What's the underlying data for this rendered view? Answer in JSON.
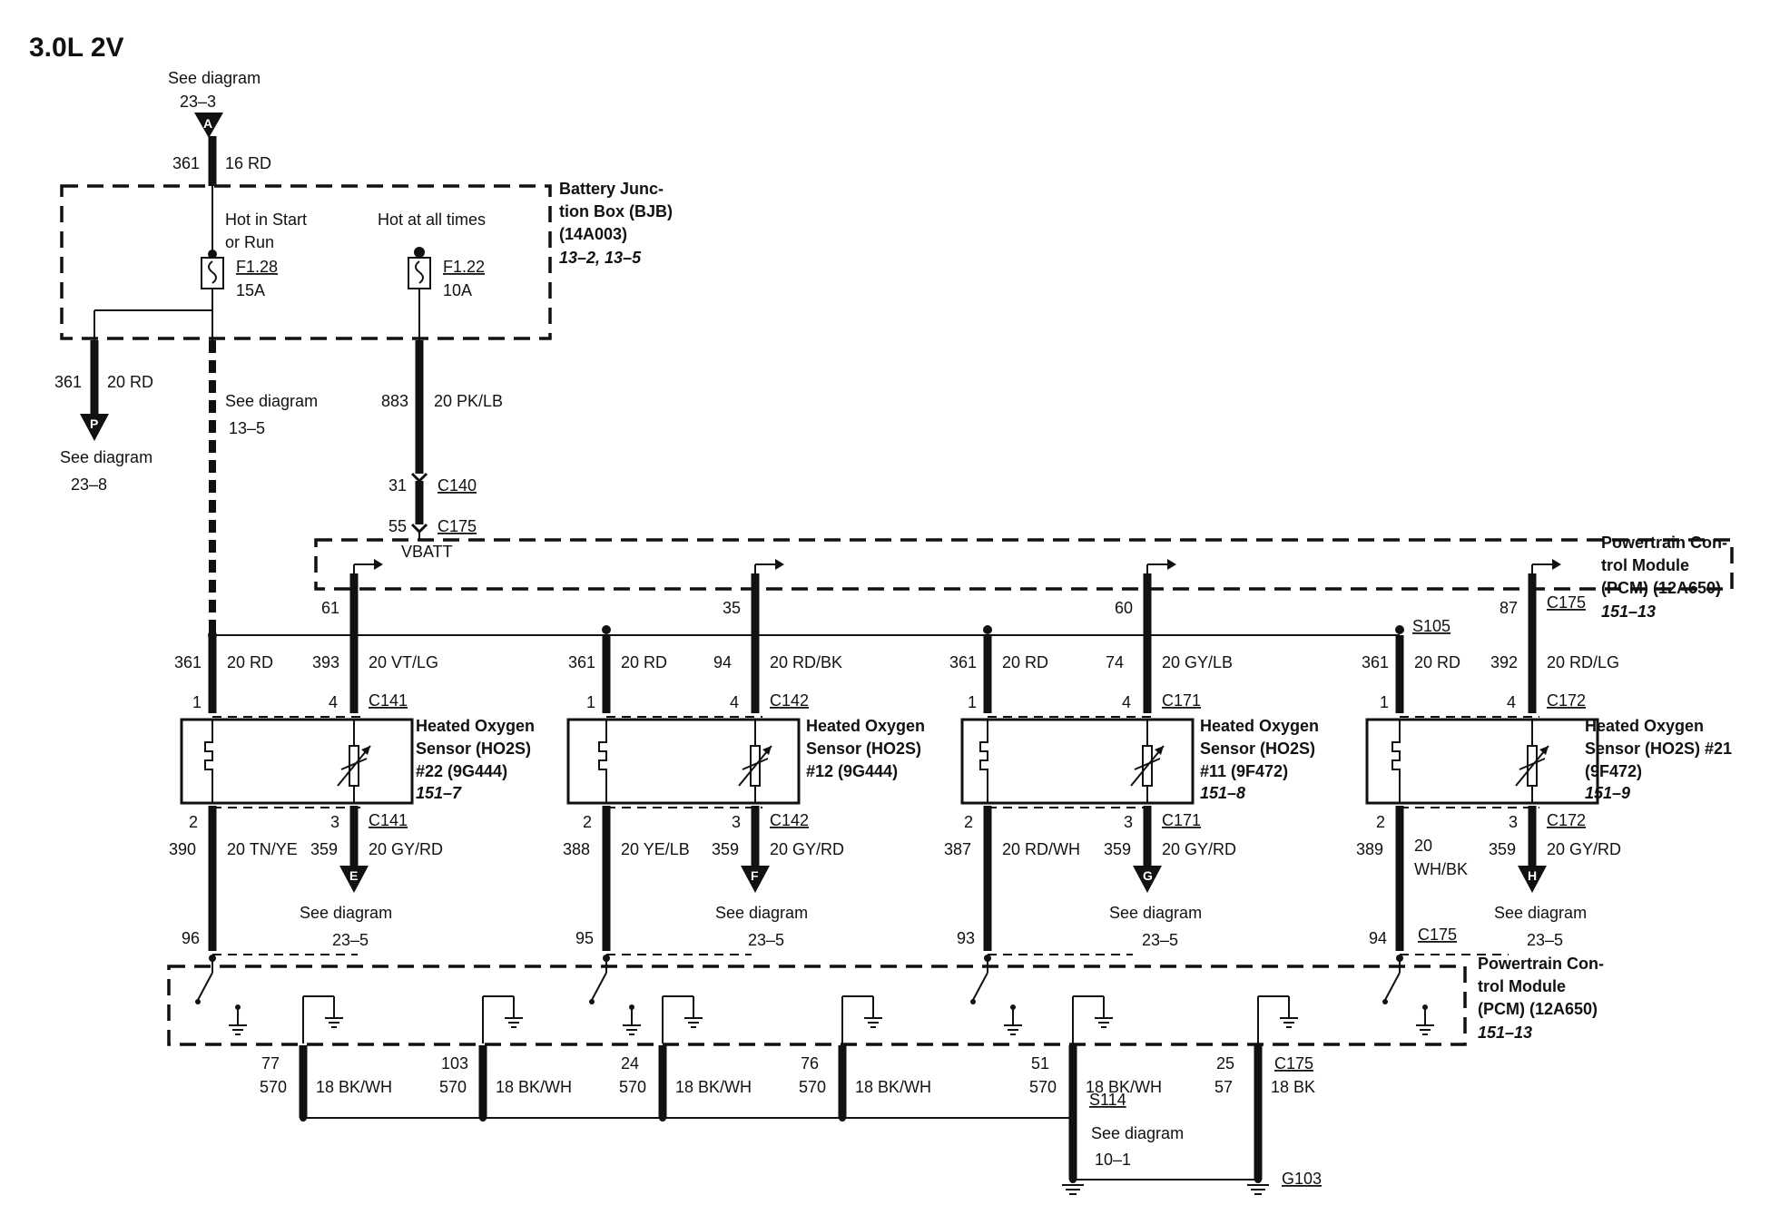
{
  "title": "3.0L 2V",
  "top_ref": {
    "label": "See diagram",
    "page": "23–3",
    "connector": "A"
  },
  "feed": {
    "circuit": "361",
    "wire": "16 RD"
  },
  "bjb": {
    "name_lines": [
      "Battery Junc-",
      "tion Box (BJB)",
      "(14A003)"
    ],
    "refs": "13–2, 13–5",
    "hot_run_lines": [
      "Hot in Start",
      "or Run"
    ],
    "hot_always": "Hot at all times",
    "fuse1": {
      "id": "F1.28",
      "amps": "15A"
    },
    "fuse2": {
      "id": "F1.22",
      "amps": "10A"
    }
  },
  "left_branch": {
    "circuit": "361",
    "wire": "20 RD",
    "connector": "P",
    "label": "See diagram",
    "page": "23–8"
  },
  "mid_ref": {
    "label": "See diagram",
    "page": "13–5"
  },
  "vbatt_feed": {
    "circuit": "883",
    "wire": "20 PK/LB",
    "pin1": "31",
    "conn1": "C140",
    "pin2": "55",
    "conn2": "C175",
    "signal": "VBATT"
  },
  "pcm_top": {
    "name_lines": [
      "Powertrain Con-",
      "trol Module",
      "(PCM) (12A650)"
    ],
    "refs": "151–13"
  },
  "pcm_bottom": {
    "name_lines": [
      "Powertrain Con-",
      "trol Module",
      "(PCM) (12A650)"
    ],
    "refs": "151–13"
  },
  "splice_top": "S105",
  "sensors": [
    {
      "pcm_pin_top": "61",
      "heater_circuit": "361",
      "heater_wire": "20 RD",
      "sig_circuit": "393",
      "sig_wire": "20 VT/LG",
      "pin1": "1",
      "pin4": "4",
      "conn": "C141",
      "name_lines": [
        "Heated Oxygen",
        "Sensor (HO2S)",
        "#22 (9G444)"
      ],
      "ref": "151–7",
      "pin2": "2",
      "pin3": "3",
      "conn_bottom": "C141",
      "ret_circuit": "390",
      "ret_wire": "20 TN/YE",
      "gnd_circuit": "359",
      "gnd_wire": "20 GY/RD",
      "arrow": "E",
      "see": "See diagram",
      "see_page": "23–5",
      "pcm_pin_bottom": "96"
    },
    {
      "pcm_pin_top": "35",
      "heater_circuit": "361",
      "heater_wire": "20 RD",
      "sig_circuit": "94",
      "sig_wire": "20 RD/BK",
      "pin1": "1",
      "pin4": "4",
      "conn": "C142",
      "name_lines": [
        "Heated Oxygen",
        "Sensor (HO2S)",
        "#12 (9G444)"
      ],
      "ref": "",
      "pin2": "2",
      "pin3": "3",
      "conn_bottom": "C142",
      "ret_circuit": "388",
      "ret_wire": "20 YE/LB",
      "gnd_circuit": "359",
      "gnd_wire": "20 GY/RD",
      "arrow": "F",
      "see": "See diagram",
      "see_page": "23–5",
      "pcm_pin_bottom": "95"
    },
    {
      "pcm_pin_top": "60",
      "heater_circuit": "361",
      "heater_wire": "20 RD",
      "sig_circuit": "74",
      "sig_wire": "20 GY/LB",
      "pin1": "1",
      "pin4": "4",
      "conn": "C171",
      "name_lines": [
        "Heated Oxygen",
        "Sensor (HO2S)",
        "#11 (9F472)"
      ],
      "ref": "151–8",
      "pin2": "2",
      "pin3": "3",
      "conn_bottom": "C171",
      "ret_circuit": "387",
      "ret_wire": "20 RD/WH",
      "gnd_circuit": "359",
      "gnd_wire": "20 GY/RD",
      "arrow": "G",
      "see": "See diagram",
      "see_page": "23–5",
      "pcm_pin_bottom": "93"
    },
    {
      "pcm_pin_top": "87",
      "pcm_conn_top": "C175",
      "heater_circuit": "361",
      "heater_wire": "20 RD",
      "sig_circuit": "392",
      "sig_wire": "20 RD/LG",
      "pin1": "1",
      "pin4": "4",
      "conn": "C172",
      "name_lines": [
        "Heated Oxygen",
        "Sensor (HO2S) #21",
        "(9F472)"
      ],
      "ref": "151–9",
      "pin2": "2",
      "pin3": "3",
      "conn_bottom": "C172",
      "ret_circuit": "389",
      "ret_wire_lines": [
        "20",
        "WH/BK"
      ],
      "gnd_circuit": "359",
      "gnd_wire": "20 GY/RD",
      "arrow": "H",
      "see": "See diagram",
      "see_page": "23–5",
      "pcm_pin_bottom": "94",
      "pcm_conn_bottom": "C175"
    }
  ],
  "grounds": [
    {
      "pin": "77",
      "circuit": "570",
      "wire": "18 BK/WH"
    },
    {
      "pin": "103",
      "circuit": "570",
      "wire": "18 BK/WH"
    },
    {
      "pin": "24",
      "circuit": "570",
      "wire": "18 BK/WH"
    },
    {
      "pin": "76",
      "circuit": "570",
      "wire": "18 BK/WH"
    },
    {
      "pin": "51",
      "circuit": "570",
      "wire": "18 BK/WH"
    },
    {
      "pin": "25",
      "circuit": "57",
      "wire": "18 BK",
      "conn": "C175"
    }
  ],
  "splice_bottom": "S114",
  "bottom_ref": {
    "label": "See diagram",
    "page": "10–1"
  },
  "ground_point": "G103"
}
